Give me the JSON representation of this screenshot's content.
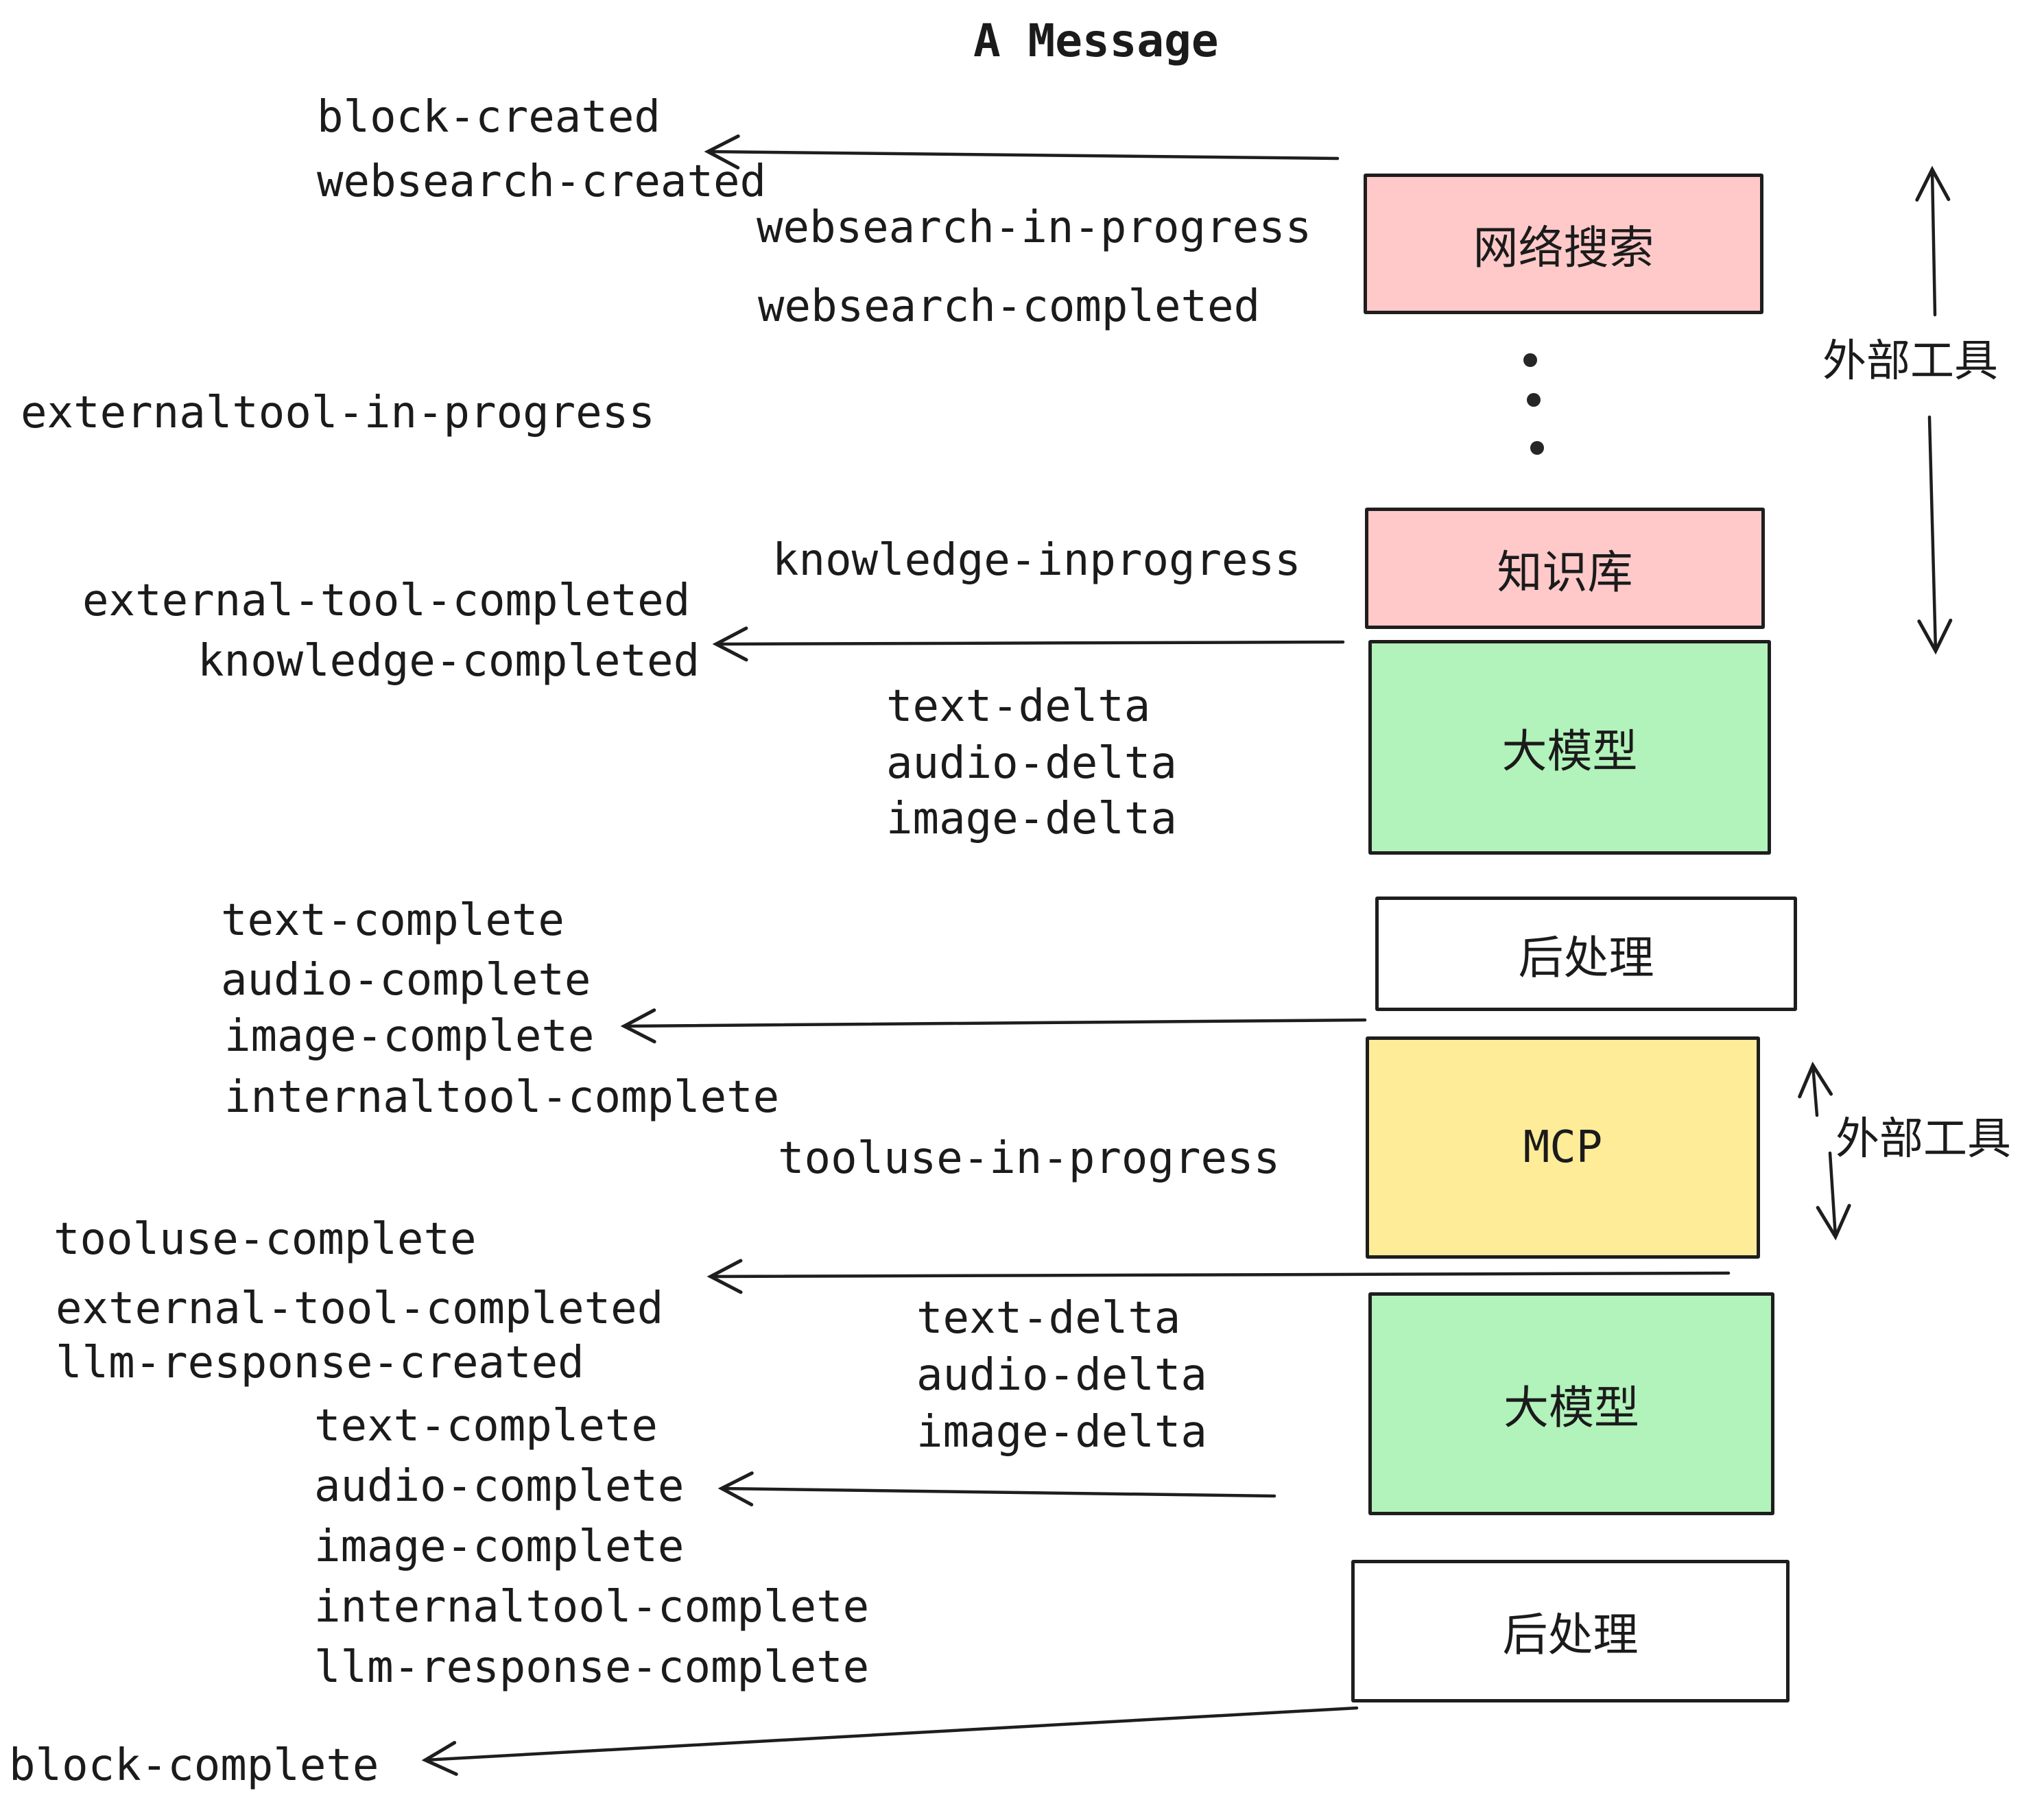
{
  "title": "A Message",
  "boxes": [
    {
      "id": "websearch",
      "label": "网络搜索",
      "color": "#ffc9c9"
    },
    {
      "id": "knowledge",
      "label": "知识库",
      "color": "#ffc9c9"
    },
    {
      "id": "llm-1",
      "label": "大模型",
      "color": "#b2f2bb"
    },
    {
      "id": "postprocess-1",
      "label": "后处理",
      "color": "#ffffff"
    },
    {
      "id": "mcp",
      "label": "MCP",
      "color": "#ffec99"
    },
    {
      "id": "llm-2",
      "label": "大模型",
      "color": "#b2f2bb"
    },
    {
      "id": "postprocess-2",
      "label": "后处理",
      "color": "#ffffff"
    }
  ],
  "side_labels": {
    "external_tools_top": "外部工具",
    "external_tools_bottom": "外部工具"
  },
  "events": [
    "block-created",
    "websearch-created",
    "websearch-in-progress",
    "websearch-completed",
    "externaltool-in-progress",
    "knowledge-inprogress",
    "external-tool-completed",
    "knowledge-completed",
    "text-delta",
    "audio-delta",
    "image-delta",
    "text-complete",
    "audio-complete",
    "image-complete",
    "internaltool-complete",
    "tooluse-in-progress",
    "tooluse-complete",
    "external-tool-completed",
    "llm-response-created",
    "text-delta",
    "audio-delta",
    "image-delta",
    "text-complete",
    "audio-complete",
    "image-complete",
    "internaltool-complete",
    "llm-response-complete",
    "block-complete"
  ],
  "icons": {
    "ellipsis_dots": "vertical-ellipsis-between-external-tool-boxes",
    "arrowheads": "open-v-left-pointing"
  },
  "colors": {
    "background": "#ffffff",
    "stroke": "#1e1e1e",
    "text": "#1b1b1b",
    "pink": "#ffc9c9",
    "green": "#b2f2bb",
    "yellow": "#ffec99",
    "white": "#ffffff"
  }
}
